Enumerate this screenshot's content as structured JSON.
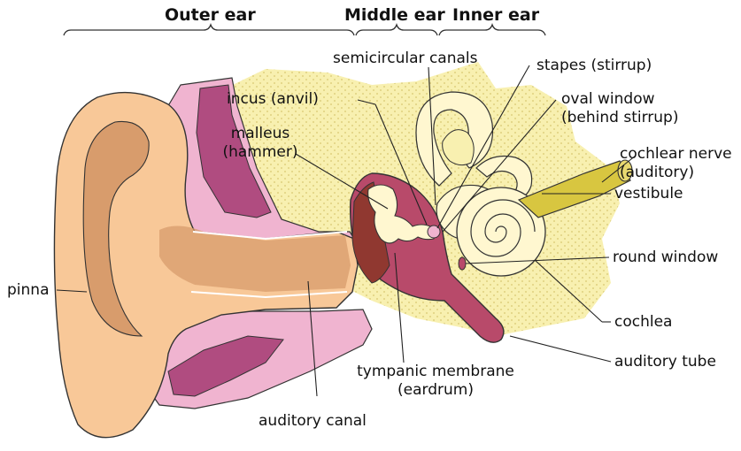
{
  "sections": {
    "outer": "Outer ear",
    "middle": "Middle ear",
    "inner": "Inner ear"
  },
  "labels": {
    "semicircular_canals": "semicircular canals",
    "stapes": "stapes (stirrup)",
    "incus": "incus (anvil)",
    "oval_window_1": "oval window",
    "oval_window_2": "(behind stirrup)",
    "malleus_1": "malleus",
    "malleus_2": "(hammer)",
    "cochlear_nerve_1": "cochlear nerve",
    "cochlear_nerve_2": "(auditory)",
    "vestibule": "vestibule",
    "pinna": "pinna",
    "round_window": "round window",
    "cochlea": "cochlea",
    "auditory_tube": "auditory tube",
    "tympanic_1": "tympanic membrane",
    "tympanic_2": "(eardrum)",
    "auditory_canal": "auditory canal"
  },
  "colors": {
    "skin": "#f8c898",
    "skin_dark": "#d89c6c",
    "pink": "#f0b4d0",
    "bone_tissue": "#f8f0b0",
    "bone_dot": "#d8c870",
    "magenta": "#b04c80",
    "dark_red": "#903830",
    "membrane": "#b84a6a",
    "labyrinth": "#fff7d0",
    "nerve": "#d8c640"
  }
}
